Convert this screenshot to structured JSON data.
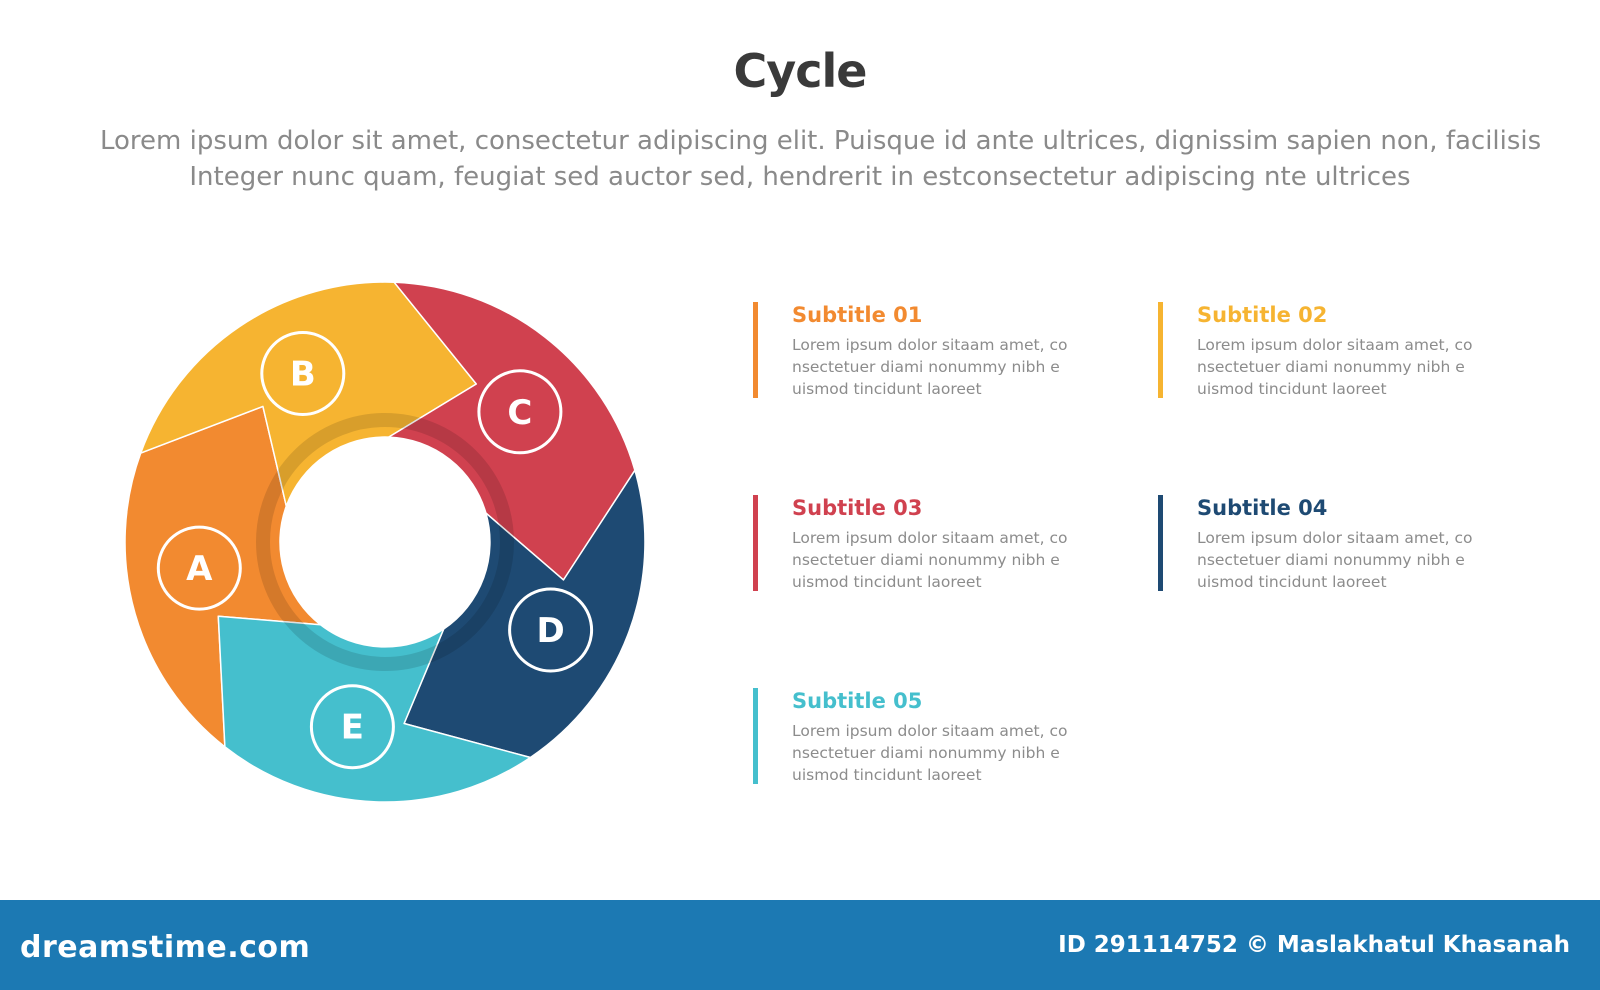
{
  "header": {
    "title": "Cycle",
    "description_lines": [
      "Lorem ipsum dolor sit amet, consectetur adipiscing elit. Puisque id ante ultrices, dignissim sapien non, facilisis",
      "Integer nunc quam, feugiat sed auctor sed, hendrerit in estconsectetur adipiscing nte ultrices"
    ]
  },
  "cycle": {
    "segments": [
      {
        "letter": "A",
        "color": "#f28a30"
      },
      {
        "letter": "B",
        "color": "#f6b431"
      },
      {
        "letter": "C",
        "color": "#d0414f"
      },
      {
        "letter": "D",
        "color": "#1e4a73"
      },
      {
        "letter": "E",
        "color": "#45bfcd"
      }
    ]
  },
  "items": [
    {
      "subtitle": "Subtitle 01",
      "color": "#f28a30",
      "lines": [
        "Lorem ipsum dolor sitaam amet, co",
        "nsectetuer diami nonummy  nibh e",
        "uismod tincidunt laoreet"
      ]
    },
    {
      "subtitle": "Subtitle 02",
      "color": "#f6b431",
      "lines": [
        "Lorem ipsum dolor sitaam amet, co",
        "nsectetuer diami nonummy  nibh e",
        "uismod tincidunt laoreet"
      ]
    },
    {
      "subtitle": "Subtitle 03",
      "color": "#d0414f",
      "lines": [
        "Lorem ipsum dolor sitaam amet, co",
        "nsectetuer diami nonummy  nibh e",
        "uismod tincidunt laoreet"
      ]
    },
    {
      "subtitle": "Subtitle 04",
      "color": "#1e4a73",
      "lines": [
        "Lorem ipsum dolor sitaam amet, co",
        "nsectetuer diami nonummy  nibh e",
        "uismod tincidunt laoreet"
      ]
    },
    {
      "subtitle": "Subtitle 05",
      "color": "#45bfcd",
      "lines": [
        "Lorem ipsum dolor sitaam amet, co",
        "nsectetuer diami nonummy  nibh e",
        "uismod tincidunt laoreet"
      ]
    }
  ],
  "footer": {
    "brand": "dreamstime.com",
    "credit": "ID 291114752 © Maslakhatul Khasanah"
  }
}
